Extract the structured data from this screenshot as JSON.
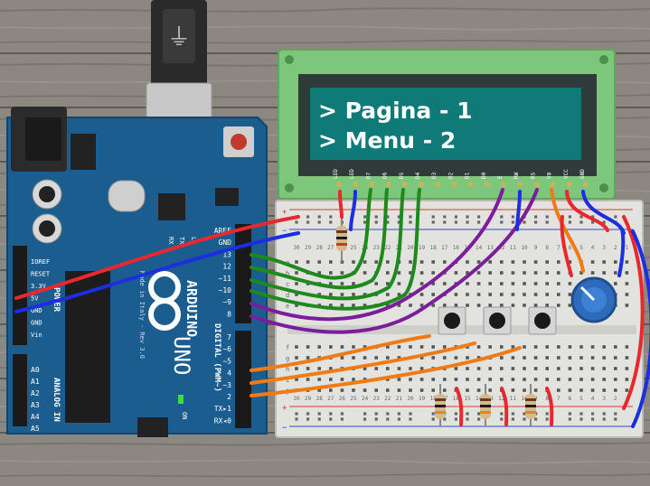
{
  "lcd": {
    "line1": "> Pagina - 1",
    "line2": "> Menu - 2",
    "pins": [
      "LED",
      "LED",
      "D7",
      "D6",
      "D5",
      "D4",
      "D3",
      "D2",
      "D1",
      "D0",
      "E",
      "RW",
      "RS",
      "V0",
      "VCC",
      "GND"
    ]
  },
  "arduino": {
    "brand": "ARDUINO",
    "model": "UNO",
    "power_header": "POWER",
    "analog_header": "ANALOG IN",
    "digital_header": "DIGITAL (PWM~)",
    "power_pins": [
      "IOREF",
      "RESET",
      "3.3V",
      "5V",
      "GND",
      "GND",
      "Vin"
    ],
    "analog_pins": [
      "A0",
      "A1",
      "A2",
      "A3",
      "A4",
      "A5"
    ],
    "digital_pins_top": [
      "AREF",
      "GND",
      "13",
      "12",
      "~11",
      "~10",
      "~9",
      "8"
    ],
    "digital_pins_bottom": [
      "7",
      "~6",
      "~5",
      "4",
      "~3",
      "2",
      "TX▸1",
      "RX◂0"
    ],
    "small_labels": [
      "RX",
      "TX",
      "L",
      "ON"
    ],
    "credit": "Made in Italy - Rev 3.0"
  },
  "breadboard": {
    "row_letters_top": [
      "a",
      "b",
      "c",
      "d",
      "e"
    ],
    "row_letters_bottom": [
      "f",
      "g",
      "h",
      "i",
      "j"
    ],
    "column_numbers": [
      "30",
      "29",
      "28",
      "27",
      "26",
      "25",
      "24",
      "23",
      "22",
      "21",
      "20",
      "19",
      "18",
      "17",
      "16",
      "15",
      "14",
      "13",
      "12",
      "11",
      "10",
      "9",
      "8",
      "7",
      "6",
      "5",
      "4",
      "3",
      "2",
      "1"
    ],
    "plus_sign": "+",
    "minus_sign": "−"
  },
  "colors": {
    "lcd_screen": "#0f7a78",
    "lcd_frame": "#7dc77d",
    "board": "#1c5d8f",
    "wire_red": "#e8282e",
    "wire_blue": "#1b2ee0",
    "wire_green": "#1e8a1e",
    "wire_purple": "#7a1e9c",
    "wire_orange": "#f07b14"
  }
}
